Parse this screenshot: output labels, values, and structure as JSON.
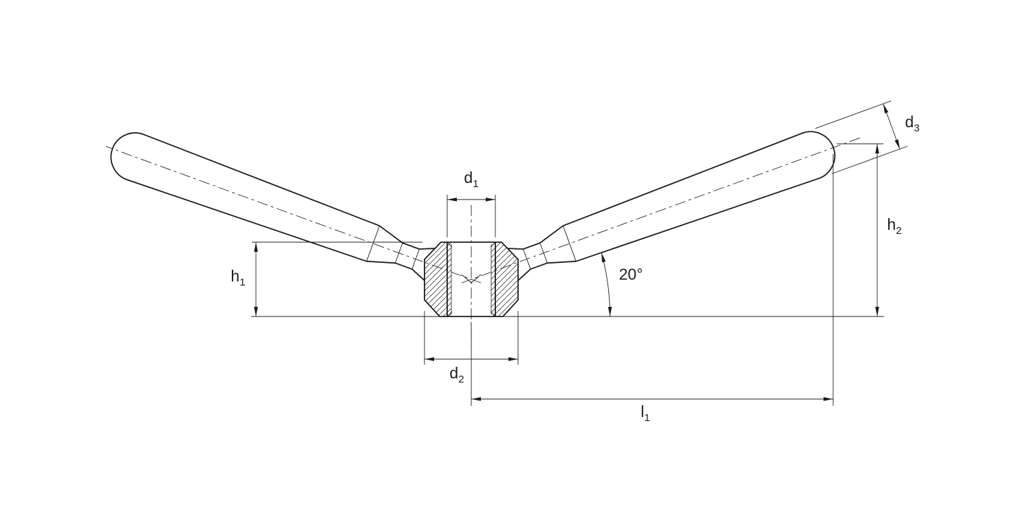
{
  "drawing": {
    "background_color": "#ffffff",
    "line_color": "#1c1c1c",
    "labels": {
      "d1": {
        "base": "d",
        "sub": "1"
      },
      "d2": {
        "base": "d",
        "sub": "2"
      },
      "d3": {
        "base": "d",
        "sub": "3"
      },
      "h1": {
        "base": "h",
        "sub": "1"
      },
      "h2": {
        "base": "h",
        "sub": "2"
      },
      "l1": {
        "base": "l",
        "sub": "1"
      },
      "angle": {
        "text": "20°"
      }
    }
  }
}
